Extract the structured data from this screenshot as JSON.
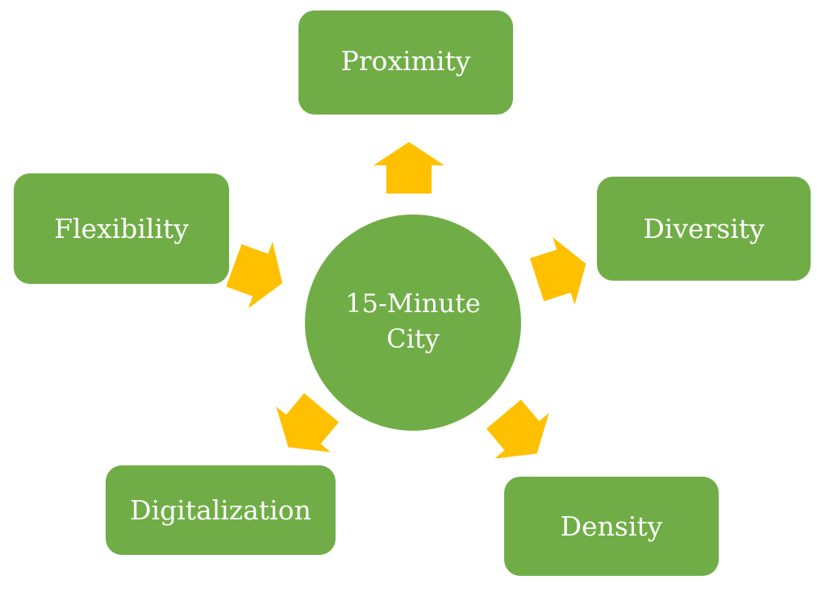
{
  "center": {
    "line1": "15-Minute",
    "line2": "City"
  },
  "nodes": {
    "proximity": "Proximity",
    "flexibility": "Flexibility",
    "diversity": "Diversity",
    "digitalization": "Digitalization",
    "density": "Density"
  },
  "colors": {
    "node": "#70ad47",
    "arrow": "#ffc000",
    "text": "#ffffff"
  }
}
